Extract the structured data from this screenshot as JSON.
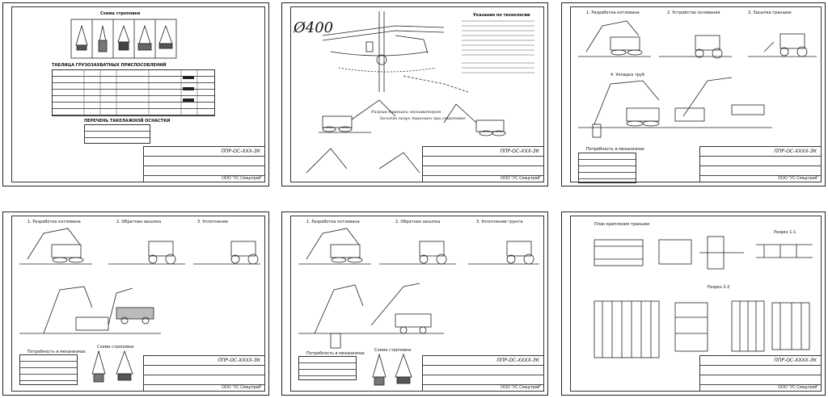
{
  "sheets": [
    {
      "id": "sheet-1",
      "header": "Схема строповки",
      "table_title": "ТАБЛИЦА ГРУЗОЗАХВАТНЫХ ПРИСПОСОБЛЕНИЙ",
      "table2_title": "ПЕРЕЧЕНЬ ТАКЕЛАЖНОЙ ОСНАСТКИ",
      "code": "ППР-ОС-ХХХ-ЗК",
      "org": "ООО \"УС Спецстрой\""
    },
    {
      "id": "sheet-2",
      "diameter": "Ø400",
      "notes_title": "Указания по технологии",
      "caption": "Разрыв траншеи экскаватором",
      "caption2": "Засыпка пазух траншеи при строповке",
      "code": "ППР-ОС-ХХХ-ЗК",
      "org": "ООО \"УС Спецстрой\""
    },
    {
      "id": "sheet-3",
      "step1": "1. Разработка котлована",
      "step2": "2. Устройство основания",
      "step3": "3. Засыпка траншеи",
      "mid_title": "4. Укладка труб",
      "table_title": "Потребность в механизмах",
      "code": "ППР-ОС-ХХХХ-ЗК",
      "org": "ООО \"УС Спецстрой\""
    },
    {
      "id": "sheet-4",
      "step1": "1. Разработка котлована",
      "step2": "2. Обратная засыпка",
      "step3": "3. Уплотнение",
      "table_title": "Потребность в механизмах",
      "sling_title": "Схема строповки",
      "code": "ППР-ОС-ХХХХ-ЗК",
      "org": "ООО \"УС Спецстрой\""
    },
    {
      "id": "sheet-5",
      "step1": "1. Разработка котлована",
      "step2": "2. Обратная засыпка",
      "step3": "3. Уплотнение грунта",
      "table_title": "Потребность в механизмах",
      "sling_title": "Схема строповки",
      "code": "ППР-ОС-ХХХХ-ЗК",
      "org": "ООО \"УС Спецстрой\""
    },
    {
      "id": "sheet-6",
      "plan_title": "План крепления траншеи",
      "section_title": "Разрез 1-1",
      "section2": "Разрез 2-2",
      "code": "ППР-ОС-ХХХХ-ЗК",
      "org": "ООО \"УС Спецстрой\""
    }
  ]
}
